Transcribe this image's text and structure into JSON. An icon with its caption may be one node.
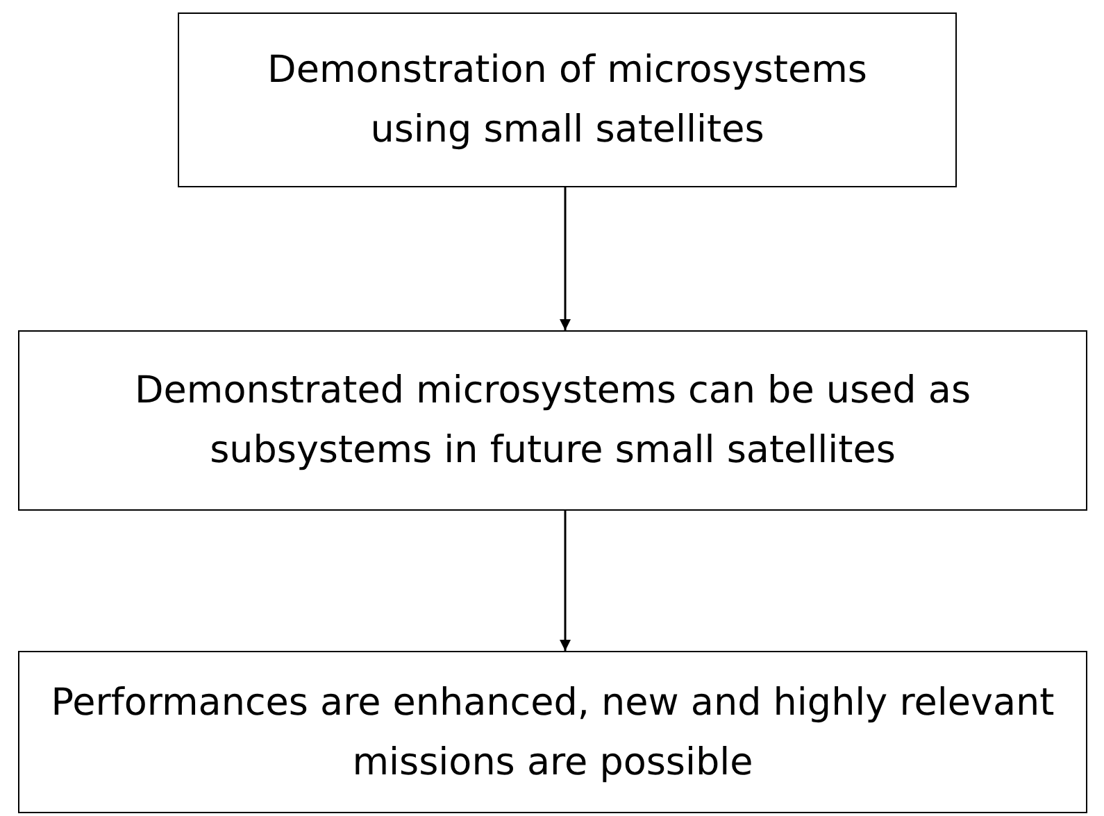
{
  "diagram": {
    "nodes": [
      {
        "text": [
          "Demonstration of microsystems using small satellites"
        ]
      },
      {
        "text": [
          "Demonstrated microsystems can be used as subsystems in future small satellites"
        ]
      },
      {
        "text": [
          "Performances are enhanced, new and highly relevant missions are possible"
        ]
      }
    ],
    "edges": [
      {
        "from": 0,
        "to": 1,
        "arrow": "to"
      },
      {
        "from": 1,
        "to": 2,
        "arrow": "to"
      }
    ]
  }
}
